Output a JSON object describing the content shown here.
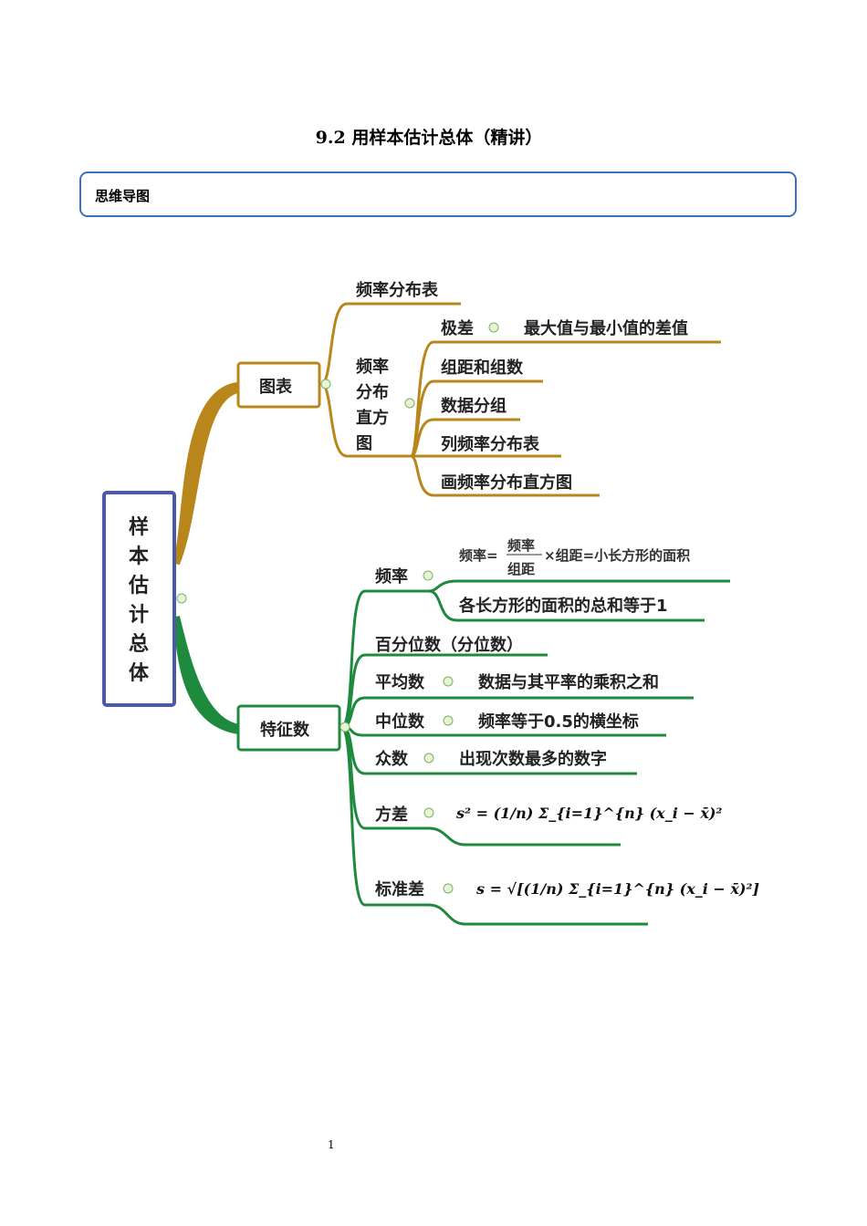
{
  "title": "9.2  用样本估计总体（精讲）",
  "section": "思维导图",
  "page_number": "1",
  "colors": {
    "chart_branch": "#b8861a",
    "feature_branch": "#1e8a3e",
    "root_border": "#4a5aa8",
    "section_border": "#3b72c0"
  },
  "mindmap": {
    "root": [
      "样",
      "本",
      "估",
      "计",
      "总",
      "体"
    ],
    "charts": {
      "label": "图表",
      "freq_table": "频率分布表",
      "histogram": [
        "频率",
        "分布",
        "直方",
        "图"
      ],
      "range": "极差",
      "range_def": "最大值与最小值的差值",
      "steps": [
        "组距和组数",
        "数据分组",
        "列频率分布表",
        "画频率分布直方图"
      ]
    },
    "features": {
      "label": "特征数",
      "freq": "频率",
      "freq_formula": {
        "lhs": "频率=",
        "num": "频率",
        "den": "组距",
        "rhs": "×组距=小长方形的面积"
      },
      "freq_sum": "各长方形的面积的总和等于1",
      "percentile": "百分位数（分位数）",
      "mean": "平均数",
      "mean_def": "数据与其平率的乘积之和",
      "median": "中位数",
      "median_def": "频率等于0.5的横坐标",
      "mode": "众数",
      "mode_def": "出现次数最多的数字",
      "variance": "方差",
      "variance_formula": "s² = (1/n) Σ_{i=1}^{n} (x_i − x̄)²",
      "std": "标准差",
      "std_formula": "s = √[(1/n) Σ_{i=1}^{n} (x_i − x̄)²]"
    }
  }
}
